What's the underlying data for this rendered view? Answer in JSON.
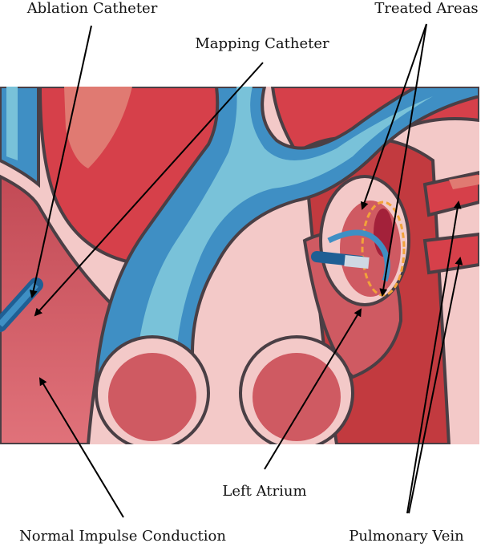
{
  "labels": {
    "ablation_catheter": "Ablation Catheter",
    "mapping_catheter": "Mapping Catheter",
    "treated_areas": "Treated Areas",
    "left_atrium": "Left Atrium",
    "normal_impulse_conduction": "Normal Impulse Conduction",
    "pulmonary_vein": "Pulmonary Vein"
  },
  "colors": {
    "muscle_dark": "#c23a3f",
    "muscle": "#d6404a",
    "muscle_light": "#e07a72",
    "chamber": "#cf5a62",
    "tissue_pink": "#f3c9c8",
    "vessel_blue": "#3f8fc4",
    "vessel_light": "#79c2d9",
    "vessel_dark": "#1f5f94",
    "outline": "#4a3f45",
    "treated_ring": "#f2a23a"
  }
}
